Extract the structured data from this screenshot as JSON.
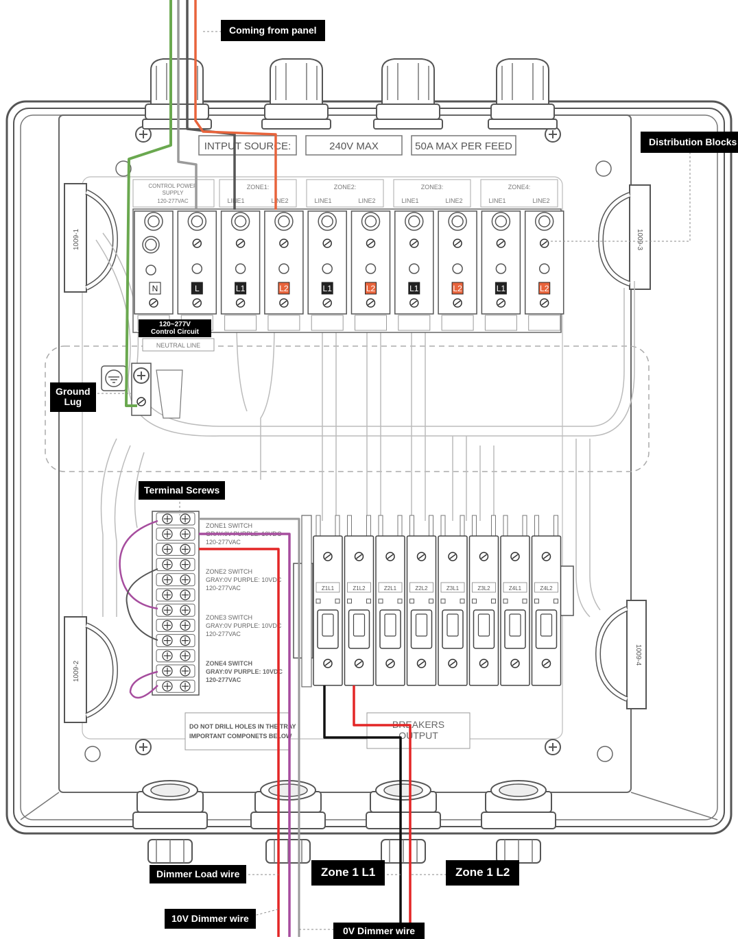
{
  "callouts": {
    "coming_from_panel": "Coming from panel",
    "distribution_blocks": "Distribution  Blocks",
    "ground_lug_line1": "Ground",
    "ground_lug_line2": "Lug",
    "terminal_screws": "Terminal Screws",
    "dimmer_load_wire": "Dimmer Load wire",
    "zone1_l1": "Zone 1 L1",
    "zone1_l2": "Zone 1 L2",
    "dimmer_10v_wire": "10V Dimmer wire",
    "dimmer_0v_wire": "0V Dimmer wire",
    "control_circuit_line1": "120~277V",
    "control_circuit_line2": "Control Circuit"
  },
  "labels": {
    "input_source": "INTPUT SOURCE:",
    "max_voltage": "240V MAX",
    "max_current": "50A MAX PER FEED",
    "control_power_line1": "CONTROL POWER",
    "control_power_line2": "SUPPLY",
    "control_power_line3": "120-277VAC",
    "neutral_line": "NEUTRAL LINE",
    "breakers_line1": "BREAKERS",
    "breakers_line2": "OUTPUT",
    "warning_line1": "DO NOT DRILL HOLES IN THE TRAY",
    "warning_line2": "IMPORTANT COMPONETS BELOW",
    "bracket_top_left": "1009-1",
    "bracket_bottom_left": "1009-2",
    "bracket_top_right": "1009-3",
    "bracket_bottom_right": "1009-4"
  },
  "zones": [
    {
      "name": "ZONE1:",
      "line1": "LINE1",
      "line2": "LINE2"
    },
    {
      "name": "ZONE2:",
      "line1": "LINE1",
      "line2": "LINE2"
    },
    {
      "name": "ZONE3:",
      "line1": "LINE1",
      "line2": "LINE2"
    },
    {
      "name": "ZONE4:",
      "line1": "LINE1",
      "line2": "LINE2"
    }
  ],
  "terminal_blocks": [
    "N",
    "L",
    "L1",
    "L2",
    "L1",
    "L2",
    "L1",
    "L2",
    "L1",
    "L2"
  ],
  "zone_switches": [
    {
      "title": "ZONE1 SWITCH",
      "spec": "GRAY:0V PURPLE: 10VDC",
      "voltage": "120-277VAC"
    },
    {
      "title": "ZONE2 SWITCH",
      "spec": "GRAY:0V PURPLE: 10VDC",
      "voltage": "120-277VAC"
    },
    {
      "title": "ZONE3 SWITCH",
      "spec": "GRAY:0V PURPLE: 10VDC",
      "voltage": "120-277VAC"
    },
    {
      "title": "ZONE4 SWITCH",
      "spec": "GRAY:0V PURPLE: 10VDC",
      "voltage": "120-277VAC"
    }
  ],
  "breakers": [
    "Z1L1",
    "Z1L2",
    "Z2L1",
    "Z2L2",
    "Z3L1",
    "Z3L2",
    "Z4L1",
    "Z4L2"
  ],
  "colors": {
    "ground": "#6aa84f",
    "line2": "#e8643c",
    "hot": "#e32626",
    "black": "#111111",
    "purple": "#a64d9e",
    "gray": "#9a9a9a",
    "outline": "#6b6b6b",
    "callout_bg": "#000000"
  },
  "icons": {
    "mounting_screw": "plus-screw-icon",
    "terminal_screw": "slotted-screw-icon",
    "ground_symbol": "ground-icon"
  }
}
